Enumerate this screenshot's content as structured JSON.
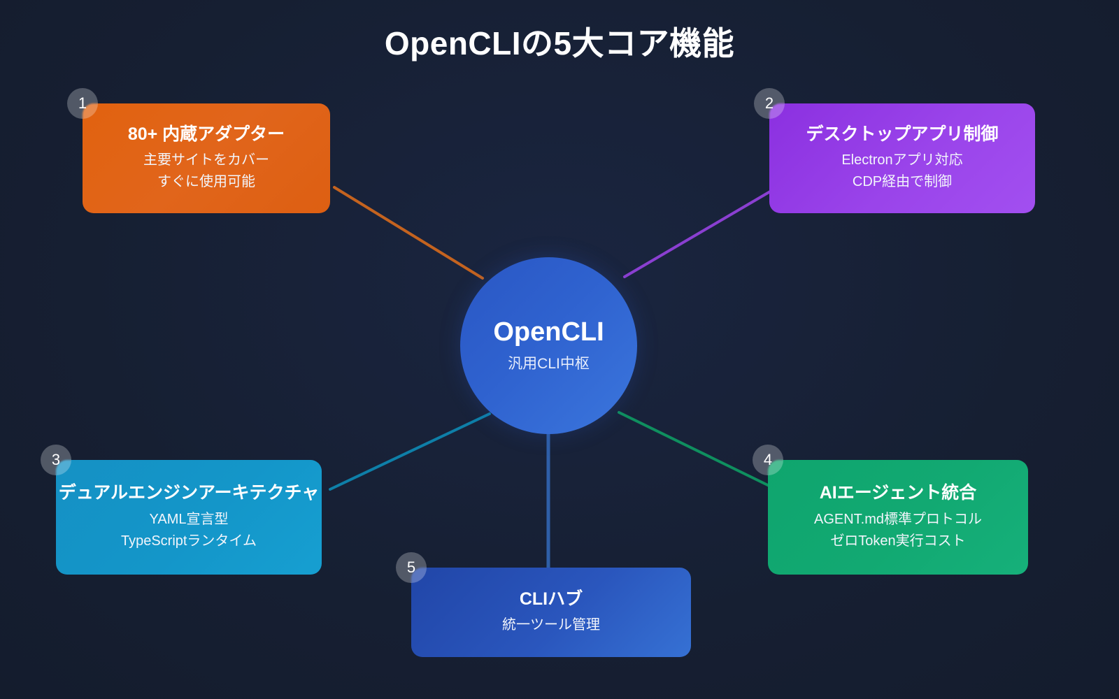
{
  "title": "OpenCLIの5大コア機能",
  "background_color": "#161f32",
  "hub": {
    "name": "OpenCLI",
    "subtitle": "汎用CLI中枢",
    "color": "#2f62cf"
  },
  "cards": [
    {
      "badge": "1",
      "title": "80+ 内蔵アダプター",
      "line1": "主要サイトをカバー",
      "line2": "すぐに使用可能",
      "color": "#e1620f",
      "connector_color": "#c4631f"
    },
    {
      "badge": "2",
      "title": "デスクトップアプリ制御",
      "line1": "Electronアプリ対応",
      "line2": "CDP経由で制御",
      "color": "#9a44ea",
      "connector_color": "#8a3fd1"
    },
    {
      "badge": "3",
      "title": "デュアルエンジンアーキテクチャ",
      "line1": "YAML宣言型",
      "line2": "TypeScriptランタイム",
      "color": "#1496c9",
      "connector_color": "#0e7fa8"
    },
    {
      "badge": "4",
      "title": "AIエージェント統合",
      "line1": "AGENT.md標準プロトコル",
      "line2": "ゼロToken実行コスト",
      "color": "#12a972",
      "connector_color": "#0f8f5f"
    },
    {
      "badge": "5",
      "title": "CLIハブ",
      "line1": "統一ツール管理",
      "line2": "",
      "color": "#2a56bd",
      "connector_color": "#2f5fa8"
    }
  ]
}
